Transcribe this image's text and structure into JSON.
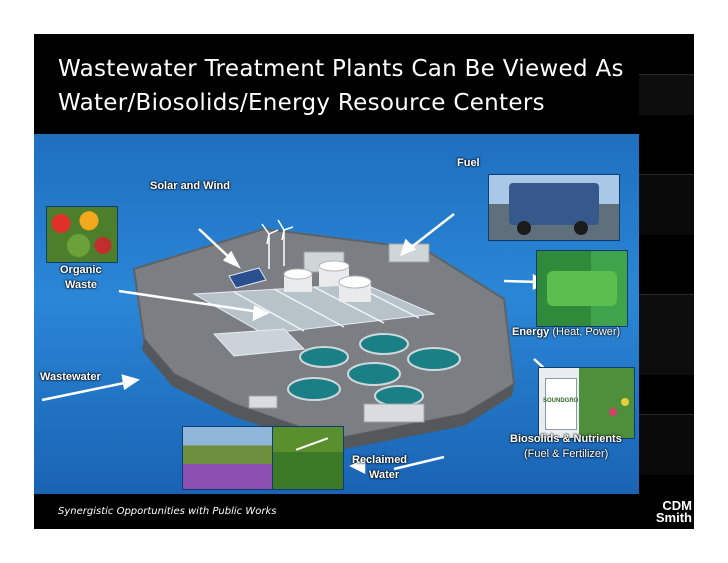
{
  "slide": {
    "title_line1": "Wastewater Treatment Plants Can Be Viewed As",
    "title_line2": "Water/Biosolids/Energy Resource Centers",
    "footer": "Synergistic Opportunities with Public Works",
    "brand_line1": "CDM",
    "brand_line2": "Smith"
  },
  "labels": {
    "fuel": "Fuel",
    "solar_wind": "Solar and Wind",
    "organic": "Organic",
    "waste": "Waste",
    "energy_bold": "Energy",
    "energy_rest": "(Heat, Power)",
    "wastewater": "Wastewater",
    "biosolids": "Biosolids & Nutrients",
    "biosolids_sub": "(Fuel & Fertilizer)",
    "reclaimed": "Reclaimed",
    "water": "Water"
  },
  "photos": {
    "bag_brand": "SOUNDGRO"
  },
  "colors": {
    "sky_top": "#1f6fbf",
    "sky_bottom": "#1a63b4",
    "ground": "#7b7f83",
    "tank_water": "#1b7f86"
  }
}
